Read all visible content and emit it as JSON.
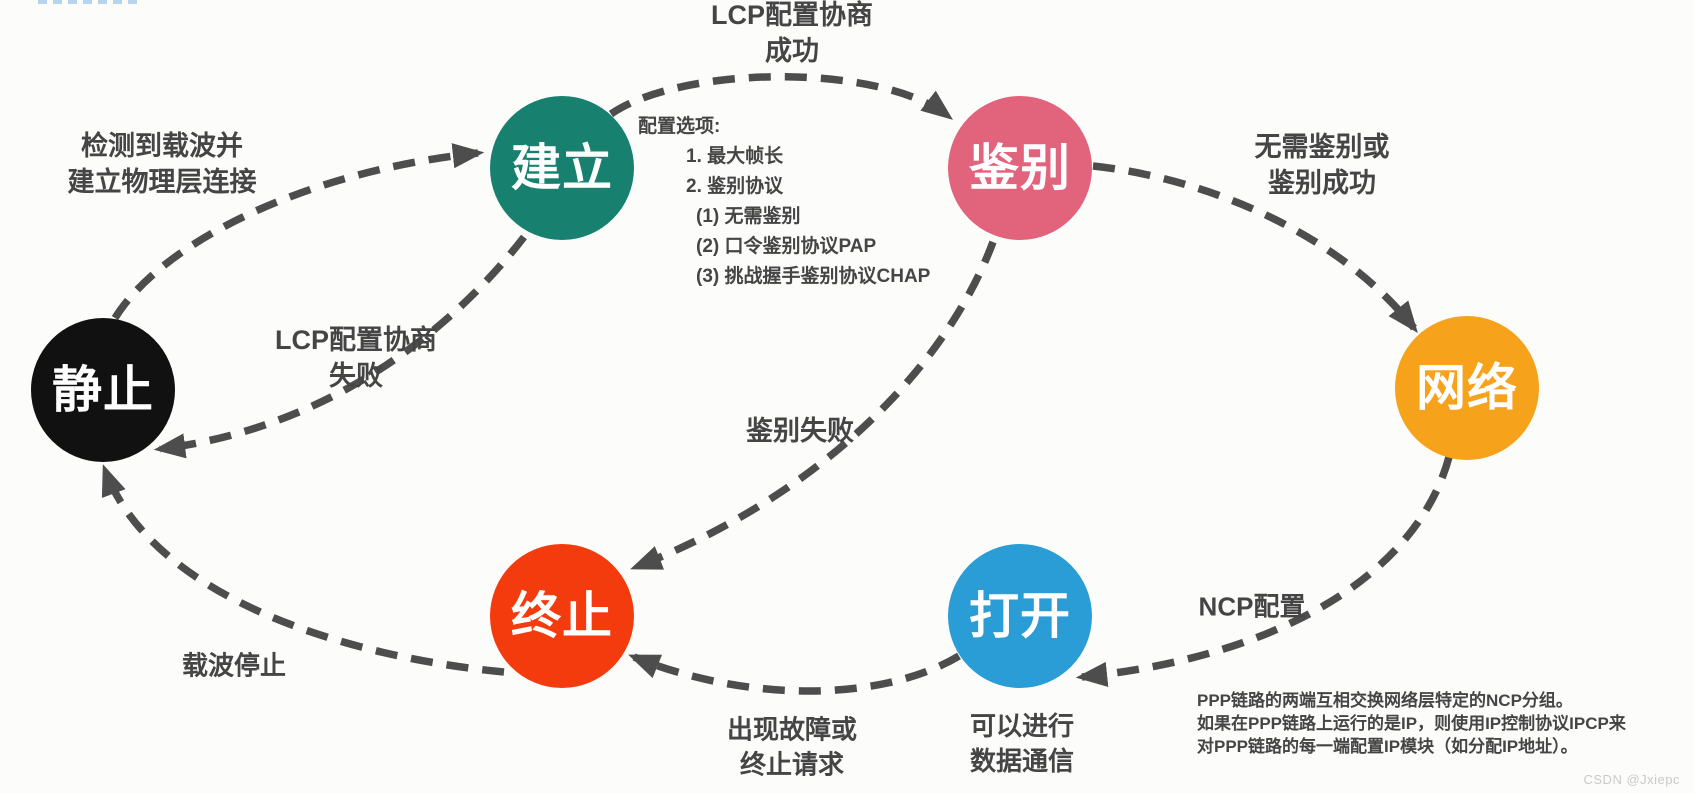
{
  "colors": {
    "bg": "#fcfcfb",
    "edge": "#4d4d4d",
    "text": "#454545",
    "watermark": "#c9c9c9"
  },
  "nodes": [
    {
      "id": "quiet",
      "label": "静止",
      "color": "#111111"
    },
    {
      "id": "establish",
      "label": "建立",
      "color": "#17806F"
    },
    {
      "id": "auth",
      "label": "鉴别",
      "color": "#E2647C"
    },
    {
      "id": "network",
      "label": "网络",
      "color": "#F7A21B"
    },
    {
      "id": "open",
      "label": "打开",
      "color": "#2A9DD6"
    },
    {
      "id": "terminate",
      "label": "终止",
      "color": "#F43B0E"
    }
  ],
  "edges": [
    {
      "from": "静止",
      "to": "建立",
      "label": "检测到载波并\n建立物理层连接"
    },
    {
      "from": "建立",
      "to": "鉴别",
      "label": "LCP配置协商\n成功"
    },
    {
      "from": "鉴别",
      "to": "网络",
      "label": "无需鉴别或\n鉴别成功"
    },
    {
      "from": "网络",
      "to": "打开",
      "label": "NCP配置"
    },
    {
      "from": "打开",
      "to": "终止",
      "label": "出现故障或\n终止请求"
    },
    {
      "from": "鉴别",
      "to": "终止",
      "label": "鉴别失败"
    },
    {
      "from": "建立",
      "to": "静止",
      "label": "LCP配置协商\n失败"
    },
    {
      "from": "终止",
      "to": "静止",
      "label": "载波停止"
    }
  ],
  "config_options": {
    "lines": [
      "配置选项:",
      "1. 最大帧长",
      "2. 鉴别协议",
      "(1) 无需鉴别",
      "(2) 口令鉴别协议PAP",
      "(3) 挑战握手鉴别协议CHAP"
    ]
  },
  "open_note": "可以进行\n数据通信",
  "ncp_note": "PPP链路的两端互相交换网络层特定的NCP分组。\n如果在PPP链路上运行的是IP，则使用IP控制协议IPCP来\n对PPP链路的每一端配置IP模块（如分配IP地址）。",
  "watermark": "CSDN @Jxiepc"
}
